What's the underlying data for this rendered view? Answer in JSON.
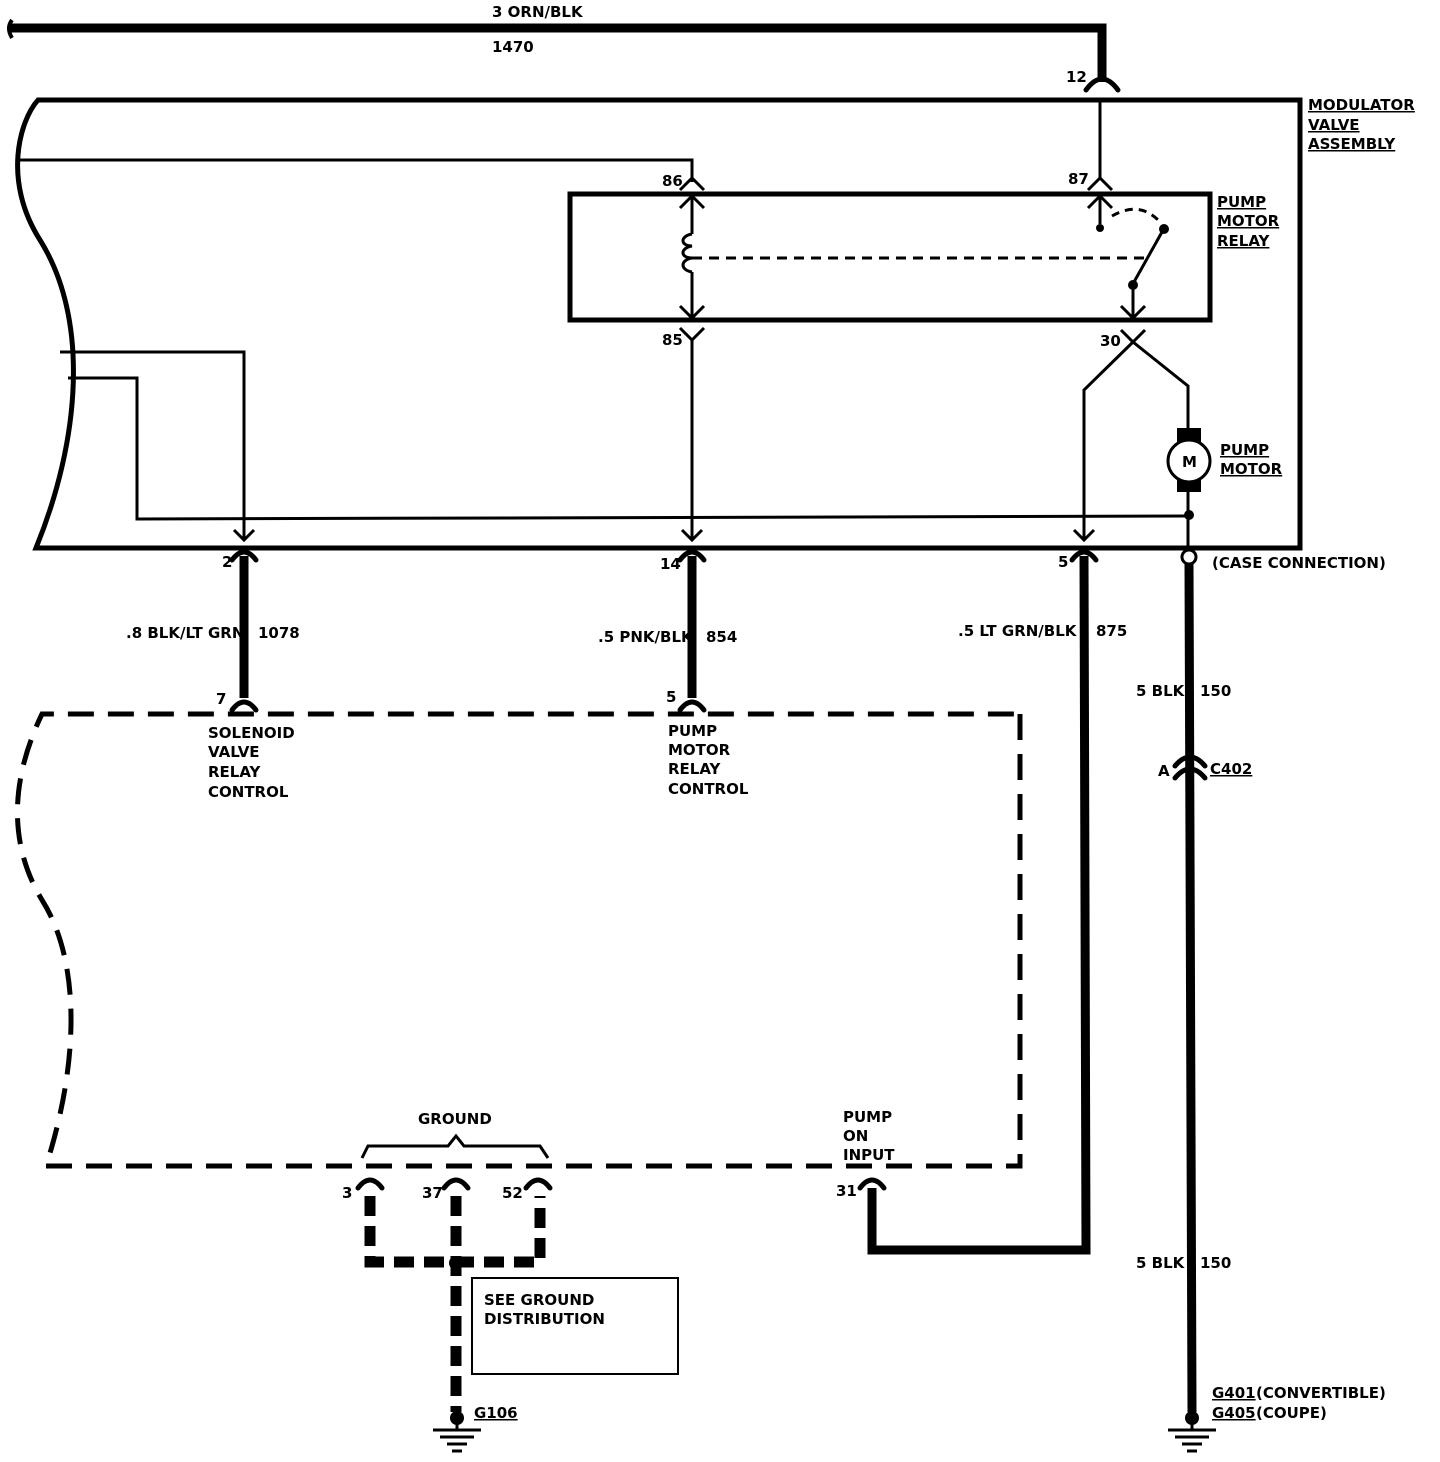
{
  "diagram": {
    "top_wire": {
      "color": "3 ORN/BLK",
      "circuit": "1470"
    },
    "modulator": {
      "line1": "MODULATOR",
      "line2": "VALVE",
      "line3": "ASSEMBLY"
    },
    "relay": {
      "line1": "PUMP",
      "line2": "MOTOR",
      "line3": "RELAY"
    },
    "motor": {
      "line1": "PUMP",
      "line2": "MOTOR",
      "symbol": "M"
    },
    "pins": {
      "p12": "12",
      "p86": "86",
      "p87": "87",
      "p85": "85",
      "p30": "30",
      "p2": "2",
      "p14": "14",
      "p5a": "5",
      "p7": "7",
      "p5b": "5",
      "p3": "3",
      "p37": "37",
      "p52": "52",
      "p31": "31",
      "pA": "A"
    },
    "case_connection": "(CASE CONNECTION)",
    "wires": {
      "w1078": {
        "color": ".8 BLK/LT GRN",
        "circuit": "1078"
      },
      "w854": {
        "color": ".5 PNK/BLK",
        "circuit": "854"
      },
      "w875": {
        "color": ".5 LT GRN/BLK",
        "circuit": "875"
      },
      "w150a": {
        "color": "5 BLK",
        "circuit": "150"
      },
      "w150b": {
        "color": "5 BLK",
        "circuit": "150"
      }
    },
    "connector_c402": "C402",
    "solenoid_ctrl": {
      "line1": "SOLENOID",
      "line2": "VALVE",
      "line3": "RELAY",
      "line4": "CONTROL"
    },
    "pump_ctrl": {
      "line1": "PUMP",
      "line2": "MOTOR",
      "line3": "RELAY",
      "line4": "CONTROL"
    },
    "ground_label": "GROUND",
    "pump_on": {
      "line1": "PUMP",
      "line2": "ON",
      "line3": "INPUT"
    },
    "see_ground": {
      "line1": "SEE GROUND",
      "line2": "DISTRIBUTION"
    },
    "ground_g106": "G106",
    "ground_g401": {
      "id": "G401",
      "note": "(CONVERTIBLE)"
    },
    "ground_g405": {
      "id": "G405",
      "note": "(COUPE)"
    }
  }
}
